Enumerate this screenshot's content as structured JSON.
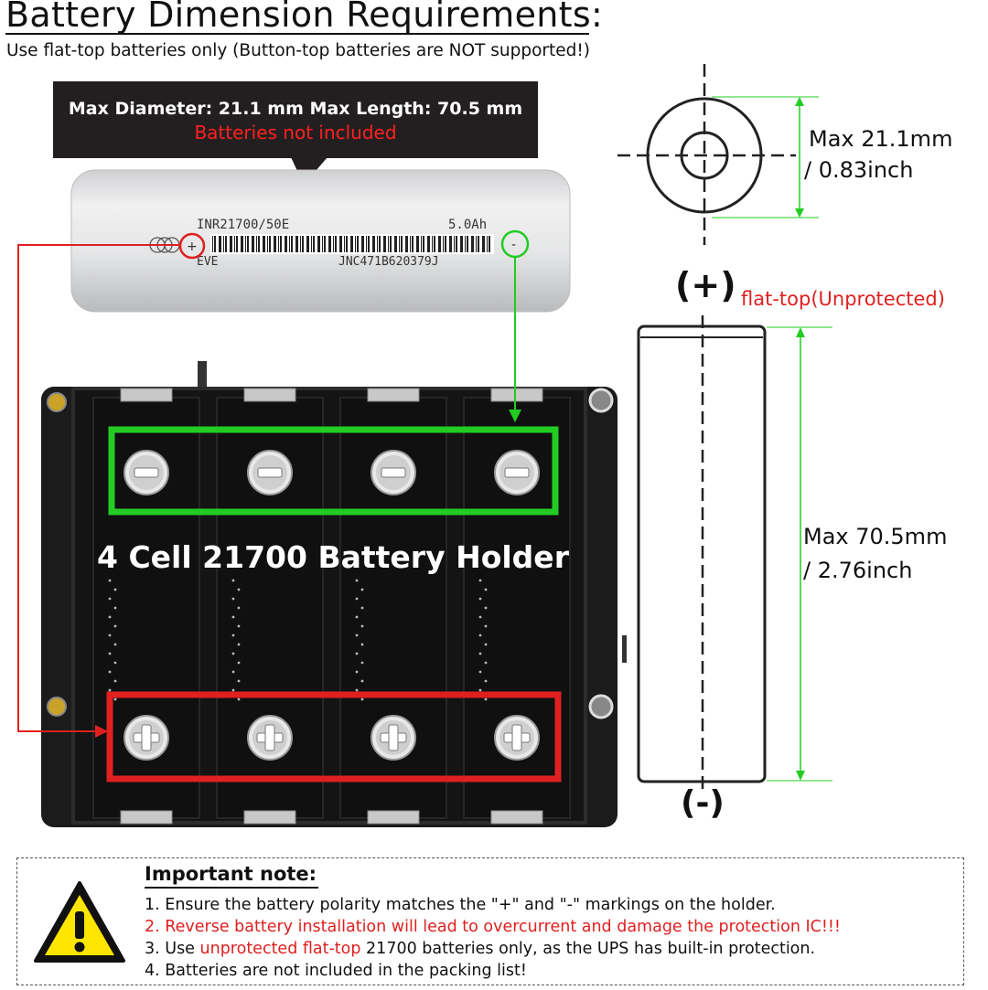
{
  "title": "Battery Dimension Requirements:",
  "subtitle": "Use flat-top batteries only (Button-top batteries are NOT supported!)",
  "callout": {
    "line1": "Max Diameter: 21.1 mm Max Length: 70.5 mm",
    "line2": "Batteries not included"
  },
  "battery_print": {
    "model": "INR21700/50E",
    "capacity": "5.0Ah",
    "brand": "EVE",
    "serial": "JNC471B620379J",
    "plus": "+",
    "minus": "-"
  },
  "holder": {
    "label": "4 Cell 21700 Battery Holder",
    "minus_contacts": 4,
    "plus_contacts": 4
  },
  "diameter_dimension": {
    "line1": "Max 21.1mm",
    "line2": "/ 0.83inch"
  },
  "length_dimension": {
    "line1": "Max 70.5mm",
    "line2": "/ 2.76inch"
  },
  "polarity": {
    "plus_label": "(+)",
    "flat_top": "flat-top(Unprotected)",
    "minus_label": "(-)"
  },
  "note": {
    "heading": "Important note:",
    "item1": "1. Ensure the battery polarity matches the \"+\" and \"-\" markings on the holder.",
    "item2": "2. Reverse battery installation will lead to overcurrent and damage the protection IC!!!",
    "item3_pre": "3. Use ",
    "item3_red": "unprotected flat-top",
    "item3_post": " 21700 batteries only, as the UPS has built-in protection.",
    "item4": "4. Batteries are not included in the packing list!"
  },
  "colors": {
    "highlight_red": "#e02020",
    "highlight_green": "#22cc22",
    "callout_bg": "#231f20",
    "holder_body": "#1b1b1b"
  },
  "icons": [
    "warning-triangle-icon",
    "plus-contact-icon",
    "minus-contact-icon"
  ]
}
